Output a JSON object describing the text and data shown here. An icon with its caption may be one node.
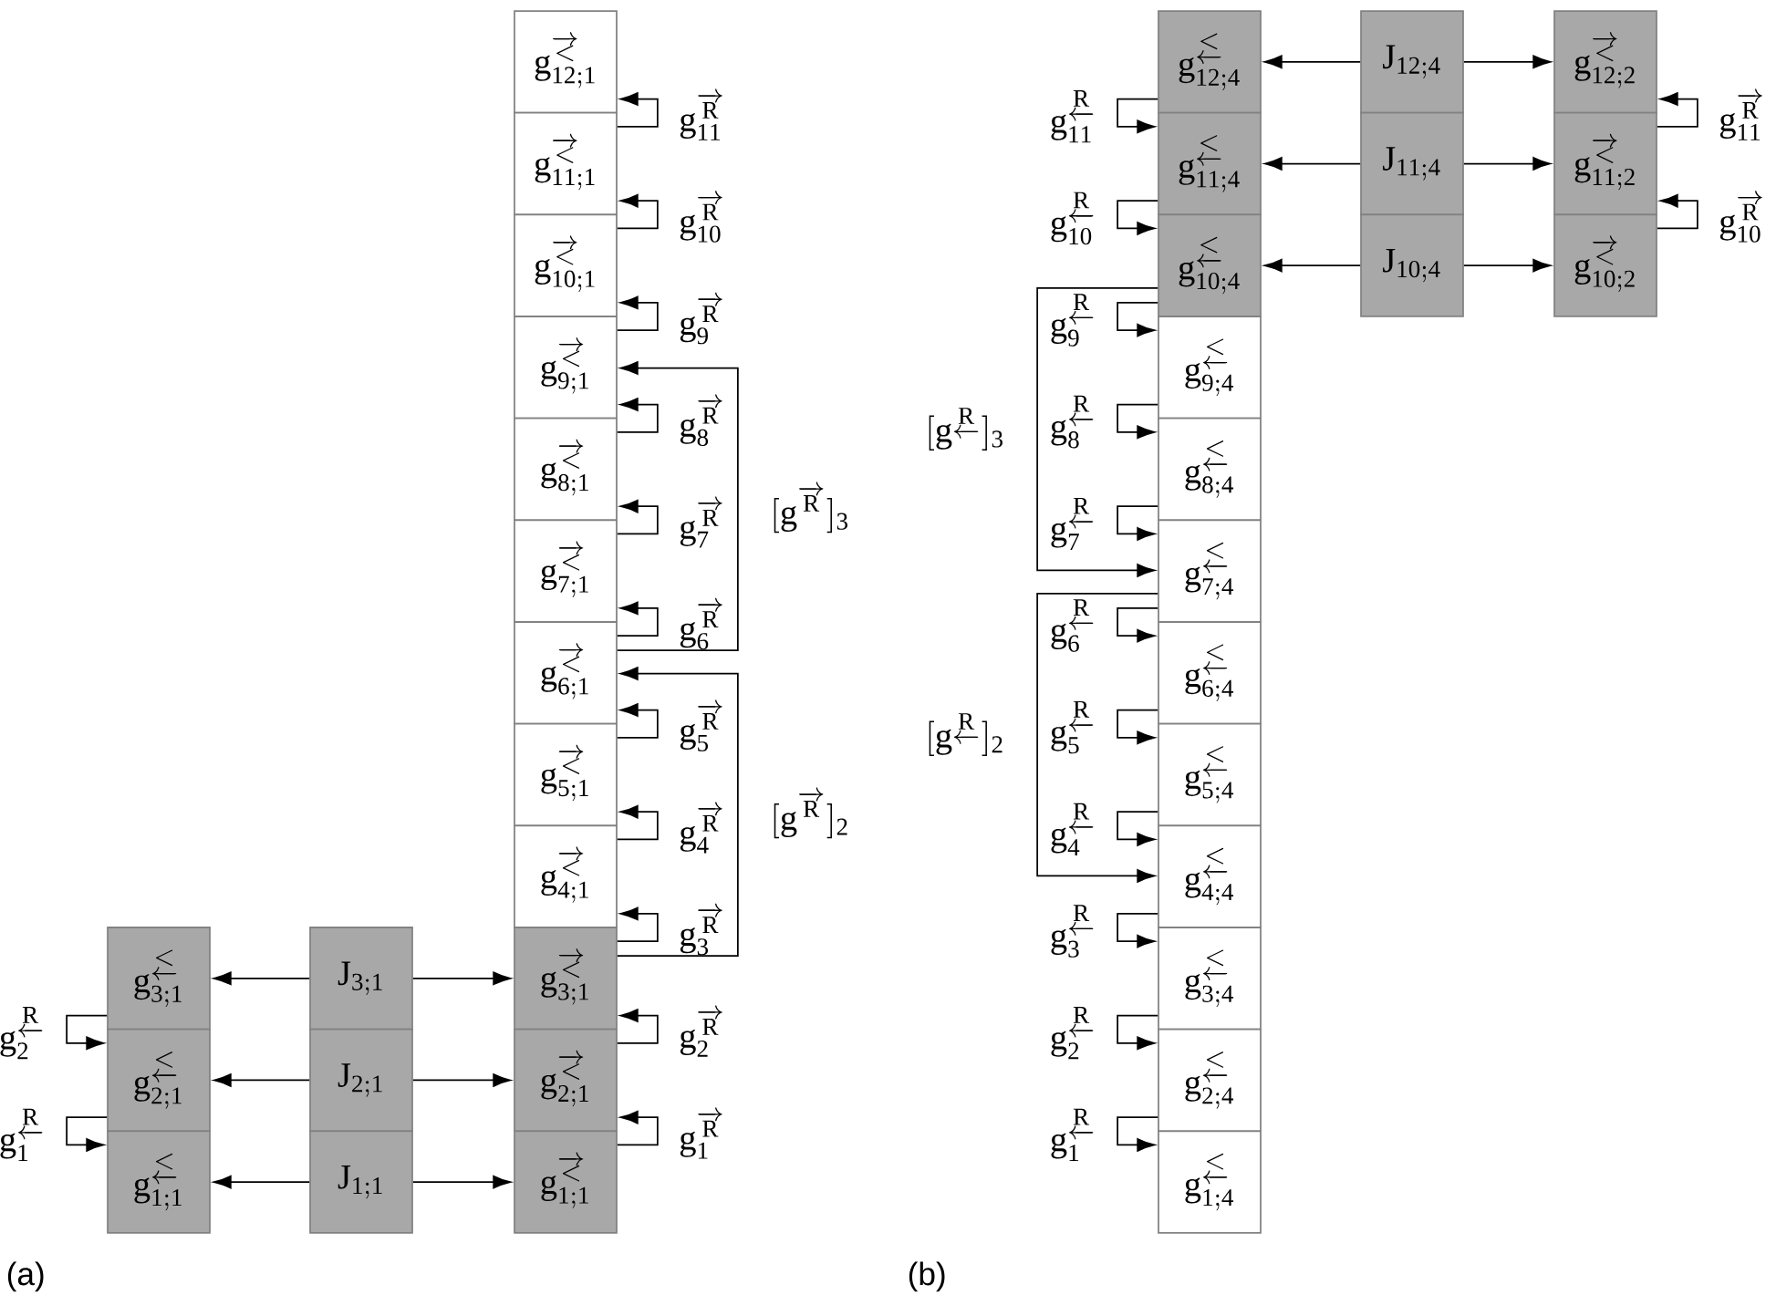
{
  "diagram": {
    "nodes": [
      {
        "text": [
          "\\mathrm{g}^{\\overrightarrow{<}}_{\\mathrm{12;1}}"
        ]
      },
      {
        "text": [
          "\\mathrm{g}^{\\overrightarrow{<}}_{\\mathrm{11;1}}"
        ]
      },
      {
        "text": [
          "\\mathrm{g}^{\\overrightarrow{<}}_{\\mathrm{10;1}}"
        ]
      },
      {
        "text": [
          "\\mathrm{g}^{\\overrightarrow{<}}_{\\mathrm{9;1}}"
        ]
      },
      {
        "text": [
          "\\mathrm{g}^{\\overrightarrow{<}}_{\\mathrm{8;1}}"
        ]
      },
      {
        "text": [
          "\\mathrm{g}^{\\overrightarrow{<}}_{\\mathrm{7;1}}"
        ]
      },
      {
        "text": [
          "\\mathrm{g}^{\\overrightarrow{<}}_{\\mathrm{6;1}}"
        ]
      },
      {
        "text": [
          "\\mathrm{g}^{\\overrightarrow{<}}_{\\mathrm{5;1}}"
        ]
      },
      {
        "text": [
          "\\mathrm{g}^{\\overrightarrow{<}}_{\\mathrm{4;1}}"
        ]
      },
      {
        "text": [
          "\\mathrm{g}^{\\overrightarrow{<}}_{\\mathrm{3;1}}"
        ]
      },
      {
        "text": [
          "\\mathrm{g}^{\\overrightarrow{<}}_{\\mathrm{2;1}}"
        ]
      },
      {
        "text": [
          "\\mathrm{g}^{\\overrightarrow{<}}_{\\mathrm{1;1}}"
        ]
      },
      {
        "text": [
          "\\mathrm{J}_{\\mathrm{3;1}}"
        ]
      },
      {
        "text": [
          "\\mathrm{J}_{\\mathrm{2;1}}"
        ]
      },
      {
        "text": [
          "\\mathrm{J}_{\\mathrm{1;1}}"
        ]
      },
      {
        "text": [
          "\\mathrm{g}^{\\underleftarrow{<}}_{\\mathrm{3;1}}"
        ]
      },
      {
        "text": [
          "\\mathrm{g}^{\\underleftarrow{<}}_{\\mathrm{2;1}}"
        ]
      },
      {
        "text": [
          "\\mathrm{g}^{\\underleftarrow{<}}_{\\mathrm{1;1}}"
        ]
      },
      {
        "text": [
          "\\mathrm{g}^{\\underleftarrow{<}}_{\\mathrm{12;4}}"
        ]
      },
      {
        "text": [
          "\\mathrm{g}^{\\underleftarrow{<}}_{\\mathrm{11;4}}"
        ]
      },
      {
        "text": [
          "\\mathrm{g}^{\\underleftarrow{<}}_{\\mathrm{10;4}}"
        ]
      },
      {
        "text": [
          "\\mathrm{g}^{\\underleftarrow{<}}_{\\mathrm{9;4}}"
        ]
      },
      {
        "text": [
          "\\mathrm{g}^{\\underleftarrow{<}}_{\\mathrm{8;4}}"
        ]
      },
      {
        "text": [
          "\\mathrm{g}^{\\underleftarrow{<}}_{\\mathrm{7;4}}"
        ]
      },
      {
        "text": [
          "\\mathrm{g}^{\\underleftarrow{<}}_{\\mathrm{6;4}}"
        ]
      },
      {
        "text": [
          "\\mathrm{g}^{\\underleftarrow{<}}_{\\mathrm{5;4}}"
        ]
      },
      {
        "text": [
          "\\mathrm{g}^{\\underleftarrow{<}}_{\\mathrm{4;4}}"
        ]
      },
      {
        "text": [
          "\\mathrm{g}^{\\underleftarrow{<}}_{\\mathrm{3;4}}"
        ]
      },
      {
        "text": [
          "\\mathrm{g}^{\\underleftarrow{<}}_{\\mathrm{2;4}}"
        ]
      },
      {
        "text": [
          "\\mathrm{g}^{\\underleftarrow{<}}_{\\mathrm{1;4}}"
        ]
      },
      {
        "text": [
          "\\mathrm{J}_{\\mathrm{12;4}}"
        ]
      },
      {
        "text": [
          "\\mathrm{J}_{\\mathrm{11;4}}"
        ]
      },
      {
        "text": [
          "\\mathrm{J}_{\\mathrm{10;4}}"
        ]
      },
      {
        "text": [
          "\\mathrm{g}^{\\overrightarrow{<}}_{\\mathrm{12;2}}"
        ]
      },
      {
        "text": [
          "\\mathrm{g}^{\\overrightarrow{<}}_{\\mathrm{11;2}}"
        ]
      },
      {
        "text": [
          "\\mathrm{g}^{\\overrightarrow{<}}_{\\mathrm{10;2}}"
        ]
      }
    ],
    "edges": [
      {
        "from": 1,
        "to": 0,
        "arrow": "to",
        "label": "\\mathrm{g}^{\\overrightarrow{\\mathrm{R}}}_{\\mathrm{11}}"
      },
      {
        "from": 2,
        "to": 1,
        "arrow": "to",
        "label": "\\mathrm{g}^{\\overrightarrow{\\mathrm{R}}}_{\\mathrm{10}}"
      },
      {
        "from": 3,
        "to": 2,
        "arrow": "to",
        "label": "\\mathrm{g}^{\\overrightarrow{\\mathrm{R}}}_{\\mathrm{9}}"
      },
      {
        "from": 4,
        "to": 3,
        "arrow": "to",
        "label": "\\mathrm{g}^{\\overrightarrow{\\mathrm{R}}}_{\\mathrm{8}}"
      },
      {
        "from": 5,
        "to": 4,
        "arrow": "to",
        "label": "\\mathrm{g}^{\\overrightarrow{\\mathrm{R}}}_{\\mathrm{7}}"
      },
      {
        "from": 6,
        "to": 5,
        "arrow": "to",
        "label": "\\mathrm{g}^{\\overrightarrow{\\mathrm{R}}}_{\\mathrm{6}}"
      },
      {
        "from": 7,
        "to": 6,
        "arrow": "to",
        "label": "\\mathrm{g}^{\\overrightarrow{\\mathrm{R}}}_{\\mathrm{5}}"
      },
      {
        "from": 8,
        "to": 7,
        "arrow": "to",
        "label": "\\mathrm{g}^{\\overrightarrow{\\mathrm{R}}}_{\\mathrm{4}}"
      },
      {
        "from": 9,
        "to": 8,
        "arrow": "to",
        "label": "\\mathrm{g}^{\\overrightarrow{\\mathrm{R}}}_{\\mathrm{3}}"
      },
      {
        "from": 10,
        "to": 9,
        "arrow": "to",
        "label": "\\mathrm{g}^{\\overrightarrow{\\mathrm{R}}}_{\\mathrm{2}}"
      },
      {
        "from": 11,
        "to": 10,
        "arrow": "to",
        "label": "\\mathrm{g}^{\\overrightarrow{\\mathrm{R}}}_{\\mathrm{1}}"
      },
      {
        "from": 6,
        "to": 3,
        "arrow": "to",
        "label": "[\\mathrm{g}^{\\overrightarrow{\\mathrm{R}}}]_{\\mathrm{3}}"
      },
      {
        "from": 9,
        "to": 6,
        "arrow": "to",
        "label": "[\\mathrm{g}^{\\overrightarrow{\\mathrm{R}}}]_{\\mathrm{2}}"
      },
      {
        "from": 12,
        "to": 15,
        "arrow": "to"
      },
      {
        "from": 12,
        "to": 9,
        "arrow": "to"
      },
      {
        "from": 13,
        "to": 16,
        "arrow": "to"
      },
      {
        "from": 13,
        "to": 10,
        "arrow": "to"
      },
      {
        "from": 14,
        "to": 17,
        "arrow": "to"
      },
      {
        "from": 14,
        "to": 11,
        "arrow": "to"
      },
      {
        "from": 15,
        "to": 16,
        "arrow": "to",
        "label": "\\mathrm{g}^{\\underleftarrow{\\mathrm{R}}}_{\\mathrm{2}}"
      },
      {
        "from": 16,
        "to": 17,
        "arrow": "to",
        "label": "\\mathrm{g}^{\\underleftarrow{\\mathrm{R}}}_{\\mathrm{1}}"
      },
      {
        "from": 18,
        "to": 19,
        "arrow": "to",
        "label": "\\mathrm{g}^{\\underleftarrow{\\mathrm{R}}}_{\\mathrm{11}}"
      },
      {
        "from": 19,
        "to": 20,
        "arrow": "to",
        "label": "\\mathrm{g}^{\\underleftarrow{\\mathrm{R}}}_{\\mathrm{10}}"
      },
      {
        "from": 20,
        "to": 21,
        "arrow": "to",
        "label": "\\mathrm{g}^{\\underleftarrow{\\mathrm{R}}}_{\\mathrm{9}}"
      },
      {
        "from": 21,
        "to": 22,
        "arrow": "to",
        "label": "\\mathrm{g}^{\\underleftarrow{\\mathrm{R}}}_{\\mathrm{8}}"
      },
      {
        "from": 22,
        "to": 23,
        "arrow": "to",
        "label": "\\mathrm{g}^{\\underleftarrow{\\mathrm{R}}}_{\\mathrm{7}}"
      },
      {
        "from": 23,
        "to": 24,
        "arrow": "to",
        "label": "\\mathrm{g}^{\\underleftarrow{\\mathrm{R}}}_{\\mathrm{6}}"
      },
      {
        "from": 24,
        "to": 25,
        "arrow": "to",
        "label": "\\mathrm{g}^{\\underleftarrow{\\mathrm{R}}}_{\\mathrm{5}}"
      },
      {
        "from": 25,
        "to": 26,
        "arrow": "to",
        "label": "\\mathrm{g}^{\\underleftarrow{\\mathrm{R}}}_{\\mathrm{4}}"
      },
      {
        "from": 26,
        "to": 27,
        "arrow": "to",
        "label": "\\mathrm{g}^{\\underleftarrow{\\mathrm{R}}}_{\\mathrm{3}}"
      },
      {
        "from": 27,
        "to": 28,
        "arrow": "to",
        "label": "\\mathrm{g}^{\\underleftarrow{\\mathrm{R}}}_{\\mathrm{2}}"
      },
      {
        "from": 28,
        "to": 29,
        "arrow": "to",
        "label": "\\mathrm{g}^{\\underleftarrow{\\mathrm{R}}}_{\\mathrm{1}}"
      },
      {
        "from": 20,
        "to": 23,
        "arrow": "to",
        "label": "[\\mathrm{g}^{\\underleftarrow{\\mathrm{R}}}]_{\\mathrm{3}}"
      },
      {
        "from": 23,
        "to": 26,
        "arrow": "to",
        "label": "[\\mathrm{g}^{\\underleftarrow{\\mathrm{R}}}]_{\\mathrm{2}}"
      },
      {
        "from": 30,
        "to": 18,
        "arrow": "to"
      },
      {
        "from": 30,
        "to": 33,
        "arrow": "to"
      },
      {
        "from": 31,
        "to": 19,
        "arrow": "to"
      },
      {
        "from": 31,
        "to": 34,
        "arrow": "to"
      },
      {
        "from": 32,
        "to": 20,
        "arrow": "to"
      },
      {
        "from": 32,
        "to": 35,
        "arrow": "to"
      },
      {
        "from": 34,
        "to": 33,
        "arrow": "to",
        "label": "\\mathrm{g}^{\\overrightarrow{\\mathrm{R}}}_{\\mathrm{11}}"
      },
      {
        "from": 35,
        "to": 34,
        "arrow": "to",
        "label": "\\mathrm{g}^{\\overrightarrow{\\mathrm{R}}}_{\\mathrm{10}}"
      }
    ],
    "labels": [
      "(a)",
      "(b)"
    ]
  }
}
